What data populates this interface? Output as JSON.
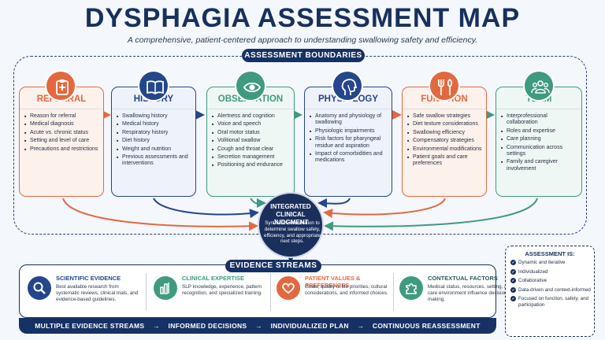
{
  "title": "DYSPHAGIA ASSESSMENT MAP",
  "subtitle": "A comprehensive, patient-centered approach to understanding swallowing safety and efficiency.",
  "boundary_label": "ASSESSMENT BOUNDARIES",
  "columns": [
    {
      "title": "REFERRAL",
      "color": "#e2693f",
      "tint": "#fdf1ec",
      "icon": "clipboard-icon",
      "items": [
        "Reason for referral",
        "Medical diagnosis",
        "Acute vs. chronic status",
        "Setting and level of care",
        "Precautions and restrictions"
      ]
    },
    {
      "title": "HISTORY",
      "color": "#24468a",
      "tint": "#eef2fa",
      "icon": "book-icon",
      "items": [
        "Swallowing history",
        "Medical history",
        "Respiratory history",
        "Diet history",
        "Weight and nutrition",
        "Previous assessments and interventions"
      ]
    },
    {
      "title": "OBSERVATION",
      "color": "#3f9a80",
      "tint": "#eef7f3",
      "icon": "eye-icon",
      "items": [
        "Alertness and cognition",
        "Voice and speech",
        "Oral motor status",
        "Volitional swallow",
        "Cough and throat clear",
        "Secretion management",
        "Positioning and endurance"
      ]
    },
    {
      "title": "PHYSIOLOGY",
      "color": "#24468a",
      "tint": "#eef2fa",
      "icon": "head-profile-icon",
      "items": [
        "Anatomy and physiology of swallowing",
        "Physiologic impairments",
        "Risk factors for pharyngeal residue and aspiration",
        "Impact of comorbidities and medications"
      ]
    },
    {
      "title": "FUNCTION",
      "color": "#e2693f",
      "tint": "#fdf1ec",
      "icon": "utensils-icon",
      "items": [
        "Safe swallow strategies",
        "Diet texture considerations",
        "Swallowing efficiency",
        "Compensatory strategies",
        "Environmental modifications",
        "Patient goals and care preferences"
      ]
    },
    {
      "title": "TEAM",
      "color": "#3f9a80",
      "tint": "#eef7f3",
      "icon": "people-icon",
      "items": [
        "Interprofessional collaboration",
        "Roles and expertise",
        "Care planning",
        "Communication across settings",
        "Family and caregiver involvement"
      ]
    }
  ],
  "core": {
    "title": "INTEGRATED CLINICAL JUDGMENT",
    "description": "Synthesize information to determine swallow safety, efficiency, and appropriate next steps."
  },
  "evidence_label": "EVIDENCE STREAMS",
  "evidence": [
    {
      "title": "SCIENTIFIC EVIDENCE",
      "color": "#24468a",
      "icon": "magnifier-icon",
      "description": "Best available research from systematic reviews, clinical trials, and evidence-based guidelines."
    },
    {
      "title": "CLINICAL EXPERTISE",
      "color": "#3f9a80",
      "icon": "hand-bars-icon",
      "description": "SLP knowledge, experience, pattern recognition, and specialized training."
    },
    {
      "title": "PATIENT VALUES & PREFERENCES",
      "color": "#e2693f",
      "icon": "heart-icon",
      "description": "Goals, quality of life priorities, cultural considerations, and informed choices."
    },
    {
      "title": "CONTEXTUAL FACTORS",
      "color": "#3f9a80",
      "icon": "puzzle-icon",
      "description": "Medical status, resources, setting, and care environment influence decision-making."
    }
  ],
  "flow": [
    "MULTIPLE EVIDENCE STREAMS",
    "INFORMED DECISIONS",
    "INDIVIDUALIZED PLAN",
    "CONTINUOUS REASSESSMENT"
  ],
  "flow_arrow": "→",
  "summary": {
    "title": "ASSESSMENT IS:",
    "items": [
      "Dynamic and iterative",
      "Individualized",
      "Collaborative",
      "Data-driven and context-informed",
      "Focused on function, safety, and participation"
    ]
  }
}
